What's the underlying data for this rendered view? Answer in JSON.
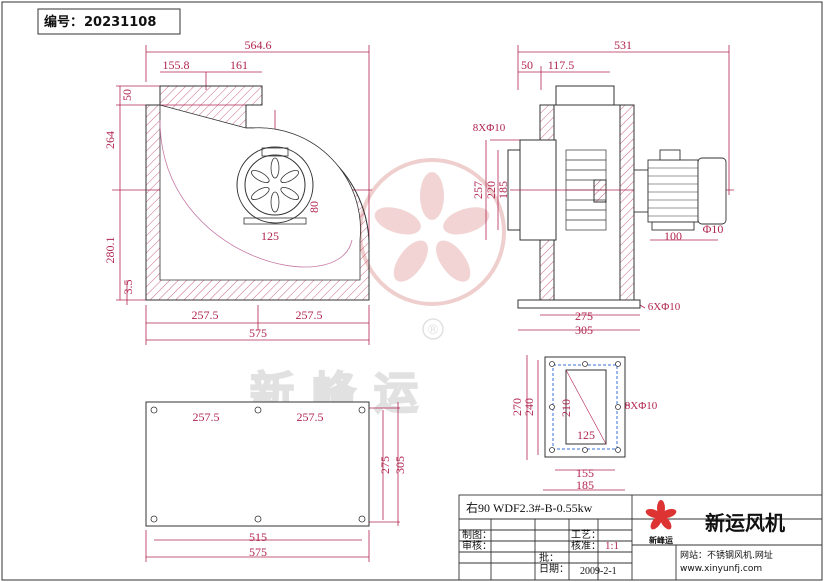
{
  "header": {
    "number_label": "编号：",
    "number_value": "20231108"
  },
  "watermark": {
    "text": "新峰运",
    "registered": "®"
  },
  "front_view": {
    "width_total": "564.6",
    "inlet_offset": "155.8",
    "inlet_width": "161",
    "inlet_height": "50",
    "upper_height": "264",
    "lower_height": "280.1",
    "base_height": "3.5",
    "hub_dim": "125",
    "hub_height": "80",
    "half_base_left": "257.5",
    "half_base_right": "257.5",
    "base_total": "575"
  },
  "side_view": {
    "width_total": "531",
    "flange": "50",
    "inlet": "117.5",
    "holes": "8XΦ10",
    "h1": "257",
    "h2": "220",
    "h3": "185",
    "motor_dim": "100",
    "motor_hole": "Φ10",
    "base_inner": "275",
    "base_outer": "305",
    "base_holes": "6XΦ10"
  },
  "flange_view": {
    "h_outer": "270",
    "h_inner": "240",
    "h_opening": "210",
    "holes": "8XΦ10",
    "w_opening": "125",
    "w_inner": "155",
    "w_outer": "185"
  },
  "base_view": {
    "half_left": "257.5",
    "half_right": "257.5",
    "depth_inner": "275",
    "depth_outer": "305",
    "width_inner": "515",
    "width_outer": "575"
  },
  "title_block": {
    "model": "右90 WDF2.3#-B-0.55kw",
    "company": "新运风机",
    "logo_text": "新峰运",
    "labels": {
      "drawn": "制图：",
      "checked": "审核：",
      "approved": "批：",
      "process": "工艺：",
      "verify": "核准：",
      "date": "日期："
    },
    "scale": "1:1",
    "date_value": "2009-2-1",
    "website_line1": "网站：不锈钢风机.网址",
    "website_line2": "www.xinyunfj.com"
  },
  "colors": {
    "line": "#b0244f",
    "hatch_fill": "#c67aa6",
    "outline": "#111111"
  }
}
